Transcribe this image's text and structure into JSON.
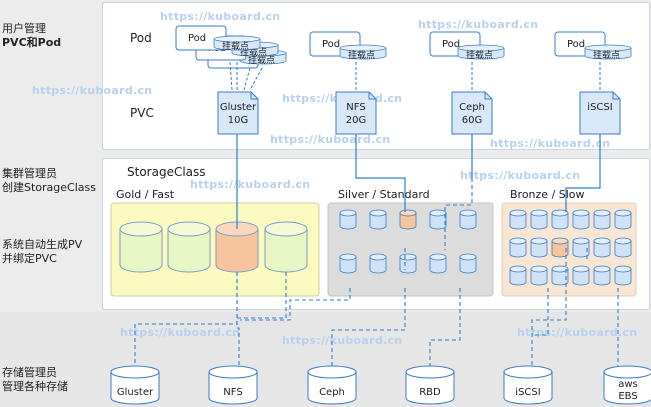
{
  "labels": {
    "user_mgmt": "用户管理",
    "pvc_pod": "PVC和Pod",
    "cluster_admin": "集群管理员",
    "create_sc": "创建StorageClass",
    "auto_pv": "系统自动生成PV",
    "bind_pvc": "并绑定PVC",
    "storage_admin": "存储管理员",
    "manage_storage": "管理各种存储"
  },
  "row_labels": {
    "pod": "Pod",
    "pvc": "PVC",
    "storageclass": "StorageClass"
  },
  "pod_label": "Pod",
  "mount_label": "挂载点",
  "pvcs": [
    {
      "line1": "Gluster",
      "line2": "10G"
    },
    {
      "line1": "NFS",
      "line2": "20G"
    },
    {
      "line1": "Ceph",
      "line2": "60G"
    },
    {
      "line1": "iSCSI",
      "line2": ""
    }
  ],
  "storage_classes": [
    {
      "name": "Gold / Fast",
      "fill": "#fafac0"
    },
    {
      "name": "Silver / Standard",
      "fill": "#dcdcdc"
    },
    {
      "name": "Bronze / Slow",
      "fill": "#f7e6d3"
    }
  ],
  "backends": [
    {
      "line1": "Gluster",
      "line2": ""
    },
    {
      "line1": "NFS",
      "line2": ""
    },
    {
      "line1": "Ceph",
      "line2": ""
    },
    {
      "line1": "RBD",
      "line2": ""
    },
    {
      "line1": "iSCSI",
      "line2": ""
    },
    {
      "line1": "aws",
      "line2": "EBS"
    }
  ],
  "watermark": "https://kuboard.cn",
  "colors": {
    "line": "#2d7fd0",
    "disk_fill": "#cfe2f7",
    "disk_stroke": "#3a7cc8",
    "gold_disk": "#e8f5c4",
    "highlight": "#f6c49d"
  }
}
